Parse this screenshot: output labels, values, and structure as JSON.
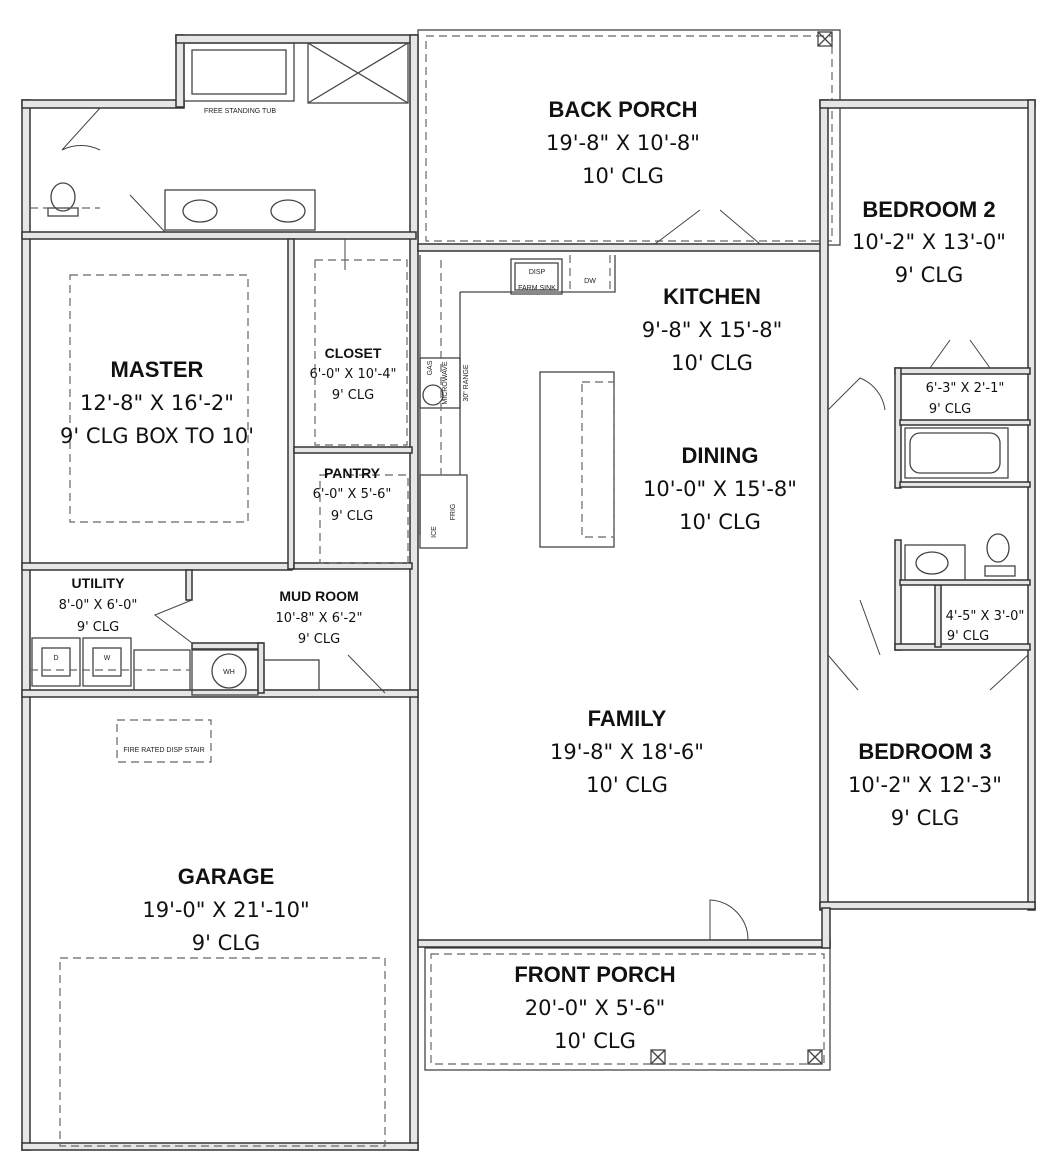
{
  "rooms": {
    "back_porch": {
      "name": "BACK PORCH",
      "dims": "19'-8\" X 10'-8\"",
      "clg": "10' CLG"
    },
    "bedroom2": {
      "name": "BEDROOM 2",
      "dims": "10'-2\" X 13'-0\"",
      "clg": "9' CLG"
    },
    "kitchen": {
      "name": "KITCHEN",
      "dims": "9'-8\" X 15'-8\"",
      "clg": "10' CLG"
    },
    "master": {
      "name": "MASTER",
      "dims": "12'-8\" X 16'-2\"",
      "clg": "9' CLG BOX TO 10'"
    },
    "closet": {
      "name": "CLOSET",
      "dims": "6'-0\" X 10'-4\"",
      "clg": "9' CLG"
    },
    "pantry": {
      "name": "PANTRY",
      "dims": "6'-0\" X 5'-6\"",
      "clg": "9' CLG"
    },
    "dining": {
      "name": "DINING",
      "dims": "10'-0\" X 15'-8\"",
      "clg": "10' CLG"
    },
    "linen": {
      "dims": "6'-3\" X 2'-1\"",
      "clg": "9' CLG"
    },
    "hall_closet": {
      "dims": "4'-5\" X 3'-0\"",
      "clg": "9' CLG"
    },
    "utility": {
      "name": "UTILITY",
      "dims": "8'-0\" X 6'-0\"",
      "clg": "9' CLG"
    },
    "mud_room": {
      "name": "MUD ROOM",
      "dims": "10'-8\" X 6'-2\"",
      "clg": "9' CLG"
    },
    "family": {
      "name": "FAMILY",
      "dims": "19'-8\" X 18'-6\"",
      "clg": "10' CLG"
    },
    "bedroom3": {
      "name": "BEDROOM 3",
      "dims": "10'-2\" X 12'-3\"",
      "clg": "9' CLG"
    },
    "garage": {
      "name": "GARAGE",
      "dims": "19'-0\" X 21'-10\"",
      "clg": "9' CLG"
    },
    "front_porch": {
      "name": "FRONT PORCH",
      "dims": "20'-0\" X 5'-6\"",
      "clg": "10' CLG"
    }
  },
  "fixtures": {
    "tub": "FREE STANDING TUB",
    "disp": "DISP",
    "sink": "FARM SINK",
    "dw": "DW",
    "gas": "GAS",
    "microwave": "MICROWAVE",
    "range": "30\" RANGE",
    "frig": "FRIG",
    "ice": "ICE",
    "dryer": "D",
    "washer": "W",
    "water_heater": "WH",
    "stair": "FIRE RATED DISP STAIR"
  }
}
